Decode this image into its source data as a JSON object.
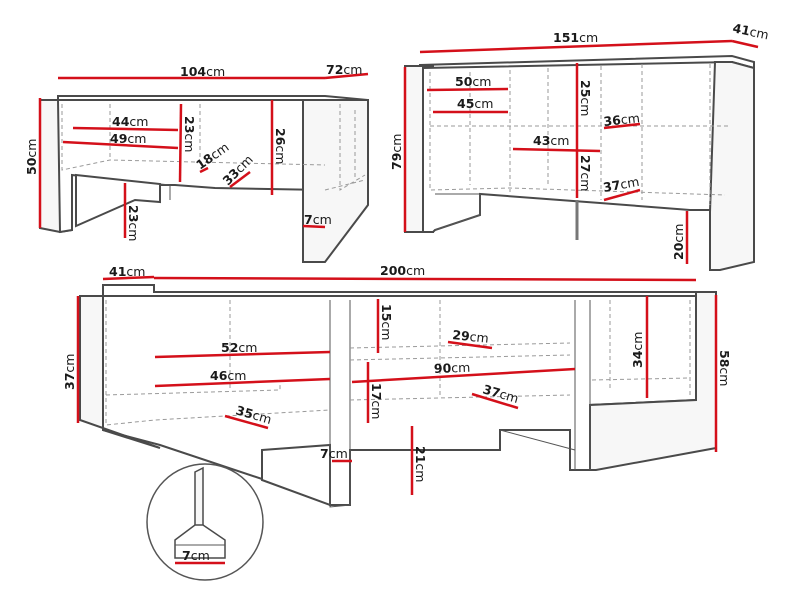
{
  "colors": {
    "dimension_line": "#d4101a",
    "outline": "#4a4a4a",
    "hidden_edges": "#9a9a9a",
    "background": "#ffffff"
  },
  "unit": "cm",
  "coffee_table": {
    "width": "104",
    "depth": "72",
    "height": "50",
    "inner_shelf_top": "44",
    "inner_shelf_bottom": "49",
    "compartment_height_left": "23",
    "compartment_height_right": "26",
    "shelf_depth_small": "18",
    "shelf_depth_large": "33",
    "clearance_height": "23",
    "leg_thickness": "7"
  },
  "sideboard": {
    "width": "151",
    "depth": "41",
    "height": "79",
    "left_shelf_top": "50",
    "left_shelf_bottom": "45",
    "upper_compartment_height": "25",
    "lower_compartment_height": "27",
    "middle_width": "43",
    "right_shelf_depth_top": "36",
    "right_shelf_depth_bottom": "37",
    "leg_height": "20"
  },
  "tv_stand": {
    "width": "200",
    "depth": "41",
    "height_front": "37",
    "height_total": "58",
    "left_shelf_top": "52",
    "left_shelf_bottom": "46",
    "left_depth": "35",
    "top_gap": "15",
    "middle_shelf_depth": "29",
    "middle_width": "90",
    "middle_height": "17",
    "lower_depth": "37",
    "right_height": "34",
    "leg_thickness": "7",
    "leg_height": "21"
  },
  "detail_inset": {
    "panel_thickness": "7"
  }
}
